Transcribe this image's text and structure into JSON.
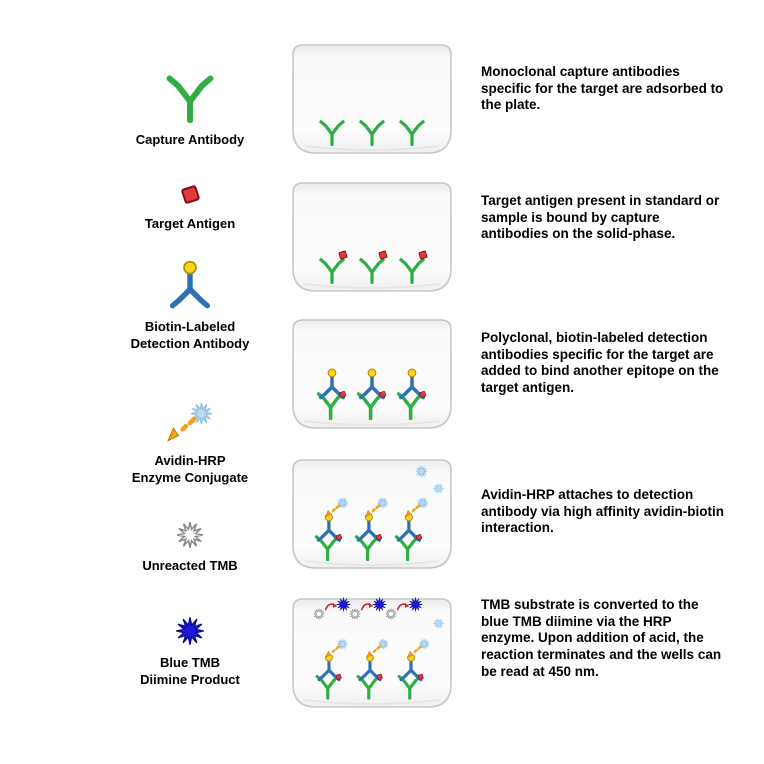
{
  "legend": {
    "capture": "Capture Antibody",
    "antigen": "Target Antigen",
    "detection": "Biotin-Labeled\nDetection Antibody",
    "avidin": "Avidin-HRP\nEnzyme Conjugate",
    "tmb_unreacted": "Unreacted TMB",
    "tmb_blue": "Blue TMB\nDiimine Product"
  },
  "steps": {
    "step1": "Monoclonal capture antibodies specific for the target are adsorbed to the plate.",
    "step2": "Target antigen present in standard or sample is bound by capture antibodies on the solid-phase.",
    "step3": "Polyclonal, biotin-labeled detection antibodies specific for the target are added to bind another epitope on the target antigen.",
    "step4": "Avidin-HRP attaches to detection antibody via high affinity avidin-biotin interaction.",
    "step5": "TMB substrate is converted to the blue TMB diimine via the HRP enzyme. Upon addition of acid, the reaction terminates and the wells can be read at 450 nm."
  },
  "colors": {
    "capture_green": "#2FAE44",
    "antigen_red": "#E2393D",
    "antigen_dark": "#7A1416",
    "detection_blue": "#2E6FB5",
    "biotin_yellow": "#F8D41C",
    "biotin_dark": "#B08C0A",
    "hrp_orange": "#F5A21B",
    "hrp_dark": "#C07A08",
    "tmb_light": "#BBD9F1",
    "tmb_light_dark": "#8FBCE2",
    "tmb_blue": "#1B1CD8",
    "tmb_blue_dark": "#0B0C86",
    "reaction_arrow_red": "#C9252B",
    "star_gray": "#8A8A8A",
    "plate_border": "#C7C7C7"
  }
}
